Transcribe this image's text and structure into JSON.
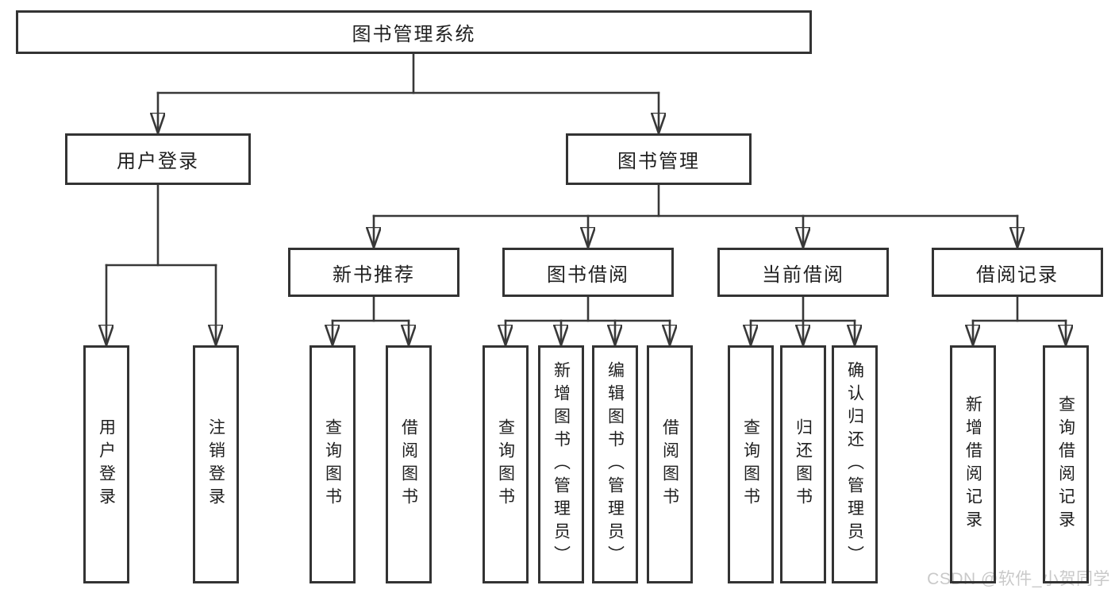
{
  "diagram": {
    "root": {
      "label": "图书管理系统"
    },
    "branches": [
      {
        "label": "用户登录",
        "leaves": [
          "用户登录",
          "注销登录"
        ]
      },
      {
        "label": "图书管理",
        "groups": [
          {
            "label": "新书推荐",
            "leaves": [
              "查询图书",
              "借阅图书"
            ]
          },
          {
            "label": "图书借阅",
            "leaves": [
              "查询图书",
              "新增图书（管理员）",
              "编辑图书（管理员）",
              "借阅图书"
            ]
          },
          {
            "label": "当前借阅",
            "leaves": [
              "查询图书",
              "归还图书",
              "确认归还（管理员）"
            ]
          },
          {
            "label": "借阅记录",
            "leaves": [
              "新增借阅记录",
              "查询借阅记录"
            ]
          }
        ]
      }
    ]
  },
  "watermark": {
    "text": "CSDN @软件_小贺同学"
  },
  "colors": {
    "line": "#383838",
    "box_border": "#333333",
    "text": "#1f1f1f",
    "watermark": "#c9c9c9",
    "background": "#ffffff"
  }
}
